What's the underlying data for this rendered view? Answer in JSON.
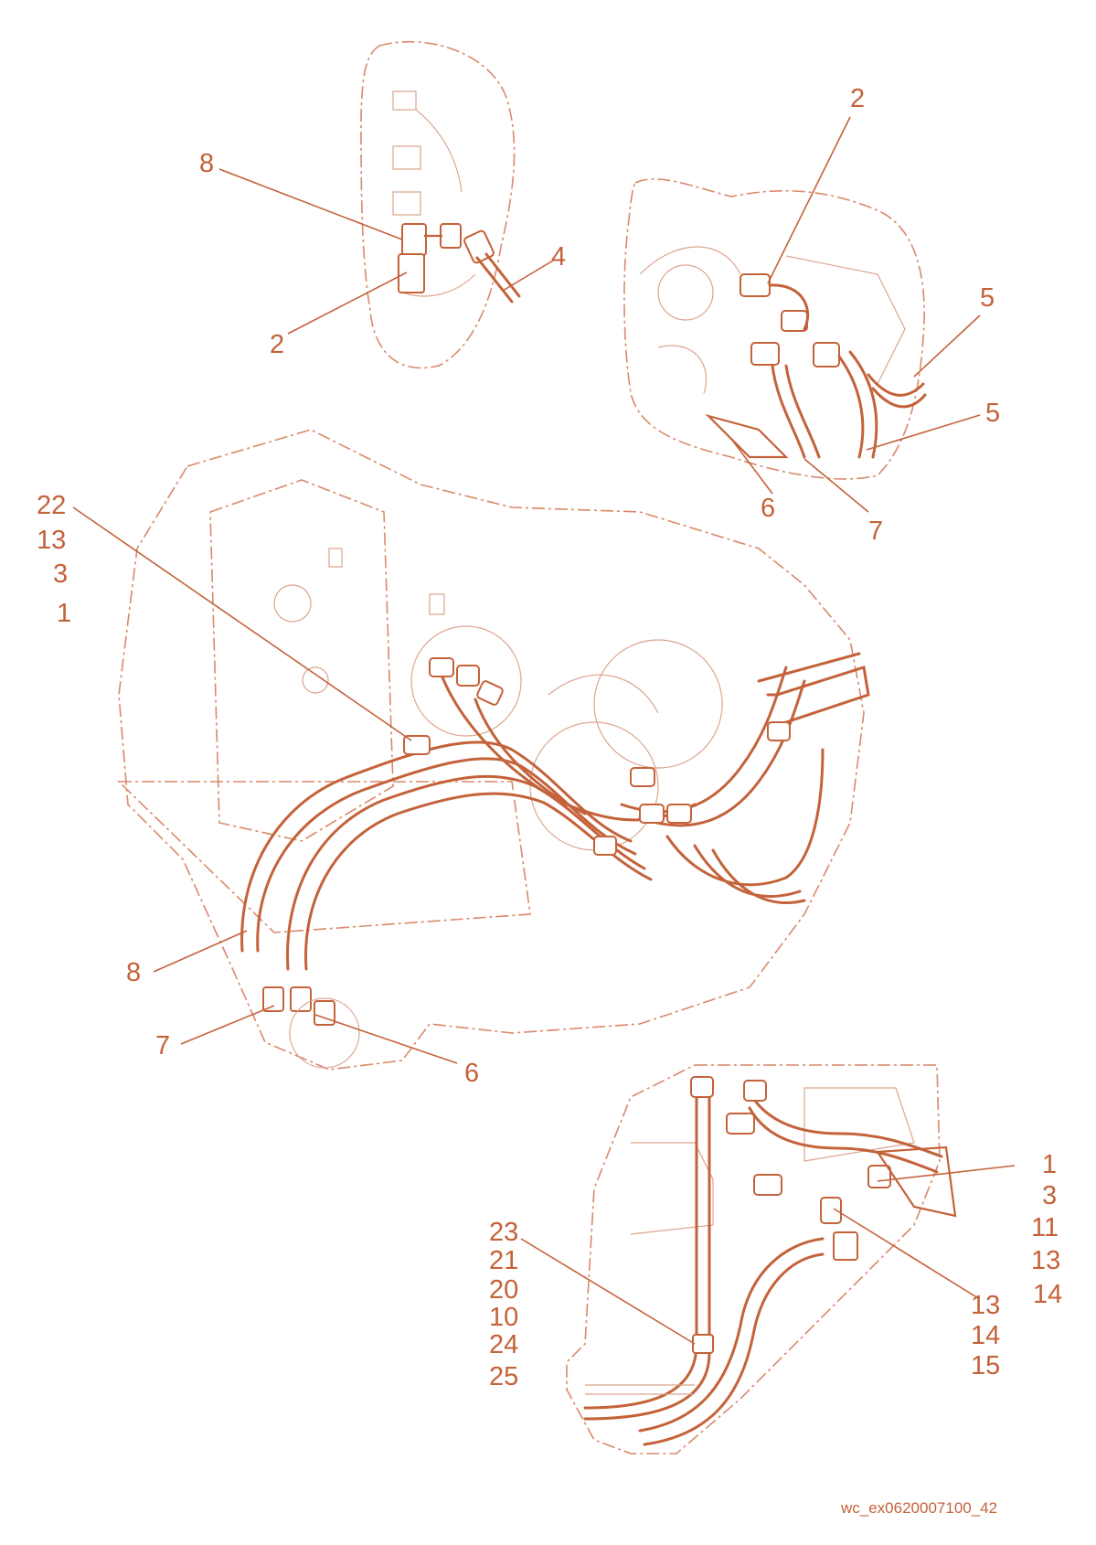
{
  "diagram": {
    "callouts": {
      "top_left_8": "8",
      "top_left_2": "2",
      "top_left_4": "4",
      "top_right_2": "2",
      "top_right_5a": "5",
      "top_right_5b": "5",
      "top_right_6": "6",
      "top_right_7": "7",
      "main_group": [
        "22",
        "13",
        "3",
        "1"
      ],
      "main_8": "8",
      "main_7": "7",
      "main_6": "6",
      "bottom_left_group": [
        "23",
        "21",
        "20",
        "10",
        "24",
        "25"
      ],
      "bottom_right_group_a": [
        "1",
        "3",
        "11",
        "13",
        "14"
      ],
      "bottom_right_group_b": [
        "13",
        "14",
        "15"
      ]
    },
    "caption": "wc_ex0620007100_42",
    "colors": {
      "line": "#c4623a",
      "outline": "#d9896a",
      "background": "#ffffff"
    }
  }
}
